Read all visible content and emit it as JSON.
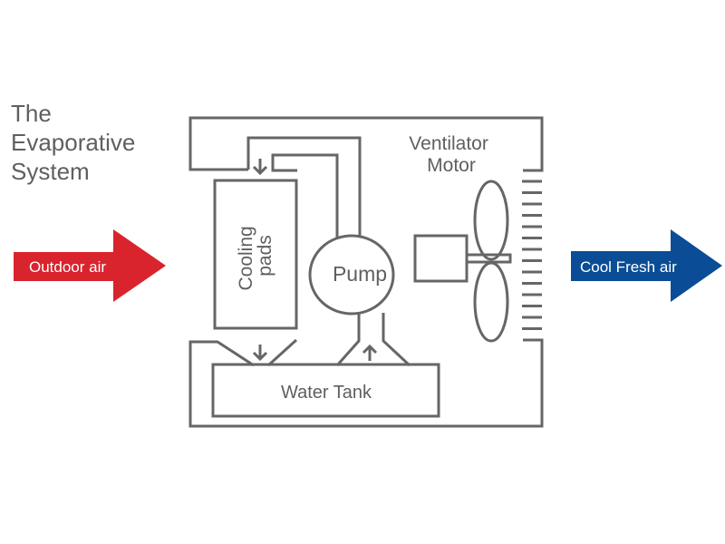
{
  "title": {
    "lines": [
      "The",
      "Evaporative",
      "System"
    ]
  },
  "arrows": {
    "inlet": {
      "label": "Outdoor air",
      "color": "#d9232d"
    },
    "outlet": {
      "label": "Cool Fresh air",
      "color": "#0a4d96"
    }
  },
  "components": {
    "cooling_pads": {
      "lines": [
        "Cooling",
        "pads"
      ]
    },
    "pump": {
      "label": "Pump"
    },
    "ventilator_motor": {
      "lines": [
        "Ventilator",
        "Motor"
      ]
    },
    "water_tank": {
      "label": "Water Tank"
    }
  },
  "flow_indicators": [
    {
      "name": "water-to-pads",
      "direction": "down"
    },
    {
      "name": "pads-to-tank",
      "direction": "down"
    },
    {
      "name": "tank-to-pump",
      "direction": "up"
    }
  ],
  "colors": {
    "line": "#666666",
    "text": "#5f5f5f"
  }
}
